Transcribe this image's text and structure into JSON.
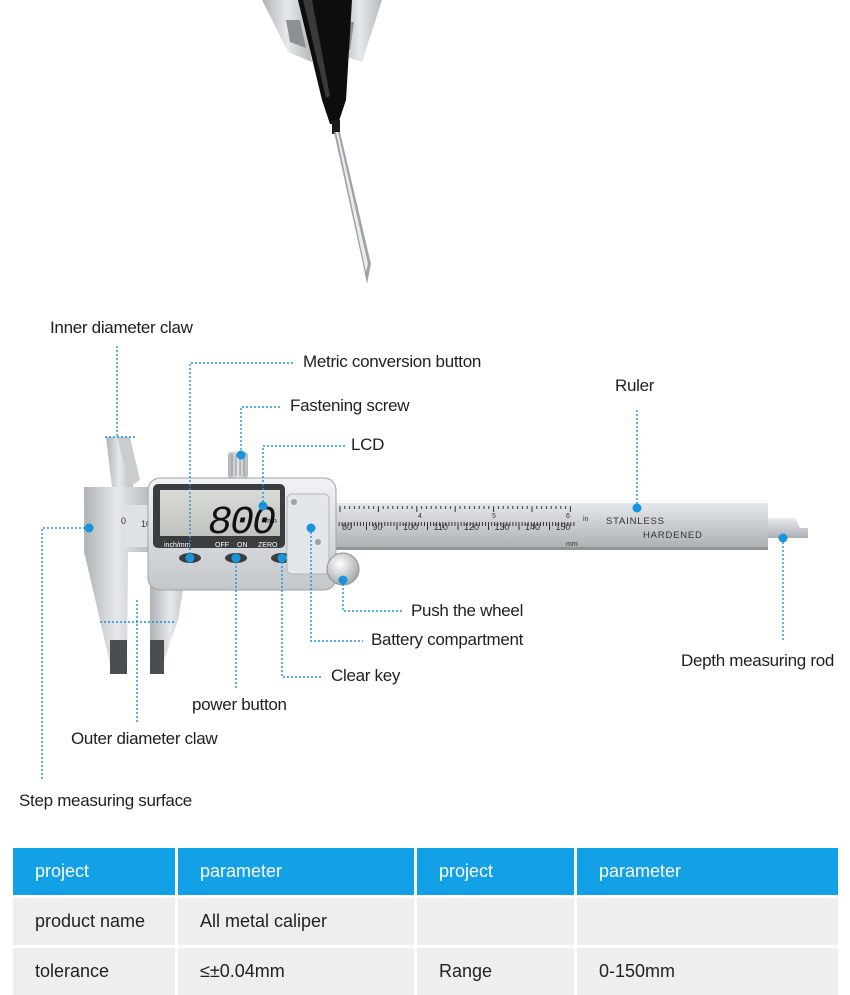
{
  "labels": {
    "inner_diameter_claw": "Inner diameter claw",
    "metric_conversion_button": "Metric conversion button",
    "fastening_screw": "Fastening screw",
    "lcd": "LCD",
    "ruler": "Ruler",
    "push_the_wheel": "Push the wheel",
    "battery_compartment": "Battery compartment",
    "depth_measuring_rod": "Depth measuring rod",
    "clear_key": "Clear key",
    "power_button": "power button",
    "outer_diameter_claw": "Outer diameter claw",
    "step_measuring_surface": "Step measuring surface"
  },
  "caliper": {
    "display_reading": "800",
    "display_unit": "mm",
    "button_labels": [
      "inch/mm",
      "OFF",
      "ON",
      "ZERO"
    ],
    "engraving_line1": "STAINLESS",
    "engraving_line2": "HARDENED",
    "scale_numbers": [
      "80",
      "90",
      "100",
      "110",
      "120",
      "130",
      "140",
      "150"
    ],
    "scale_unit": "mm",
    "inch_unit": "in",
    "jaw_scale_numbers": [
      "0",
      "10"
    ],
    "inch_numbers": [
      "4",
      "5",
      "6"
    ]
  },
  "colors": {
    "accent": "#12a0e6",
    "dot": "#1a93dd",
    "header_text": "#ffffff",
    "row_bg": "#eeeeee"
  },
  "table": {
    "headers": [
      "project",
      "parameter",
      "project",
      "parameter"
    ],
    "rows": [
      [
        "product name",
        "All metal caliper",
        "",
        ""
      ],
      [
        "tolerance",
        "≤±0.04mm",
        "Range",
        "0-150mm"
      ]
    ]
  }
}
